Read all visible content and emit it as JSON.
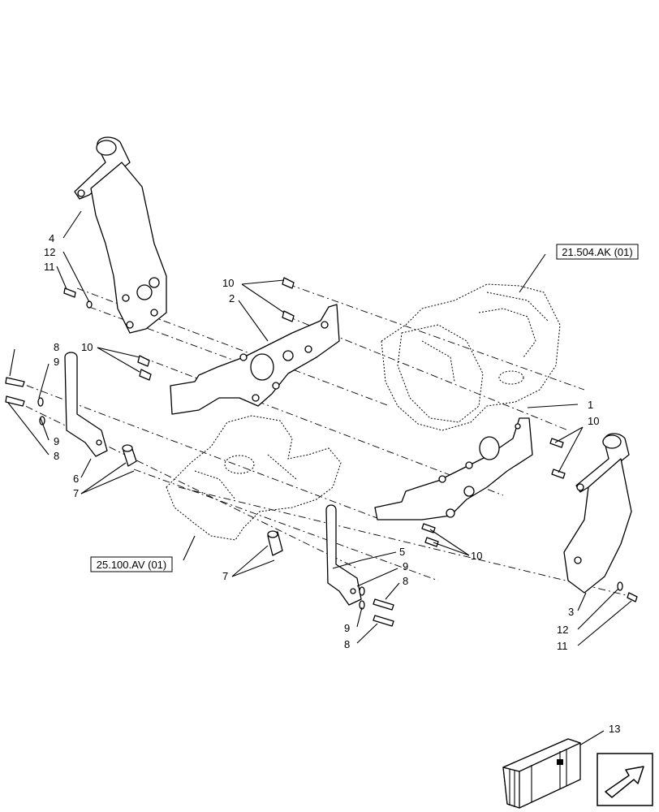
{
  "diagram": {
    "reference_boxes": [
      {
        "id": "ref-transmission",
        "text": "21.504.AK (01)"
      },
      {
        "id": "ref-axle",
        "text": "25.100.AV (01)"
      }
    ],
    "callouts": {
      "c1": "1",
      "c2": "2",
      "c3": "3",
      "c4": "4",
      "c5": "5",
      "c6": "6",
      "c7a": "7",
      "c7b": "7",
      "c8a": "8",
      "c8b": "8",
      "c8c": "8",
      "c8d": "8",
      "c9a": "9",
      "c9b": "9",
      "c9c": "9",
      "c9d": "9",
      "c10a": "10",
      "c10b": "10",
      "c10c": "10",
      "c10d": "10",
      "c11a": "11",
      "c11b": "11",
      "c12a": "12",
      "c12b": "12",
      "c13": "13"
    }
  }
}
